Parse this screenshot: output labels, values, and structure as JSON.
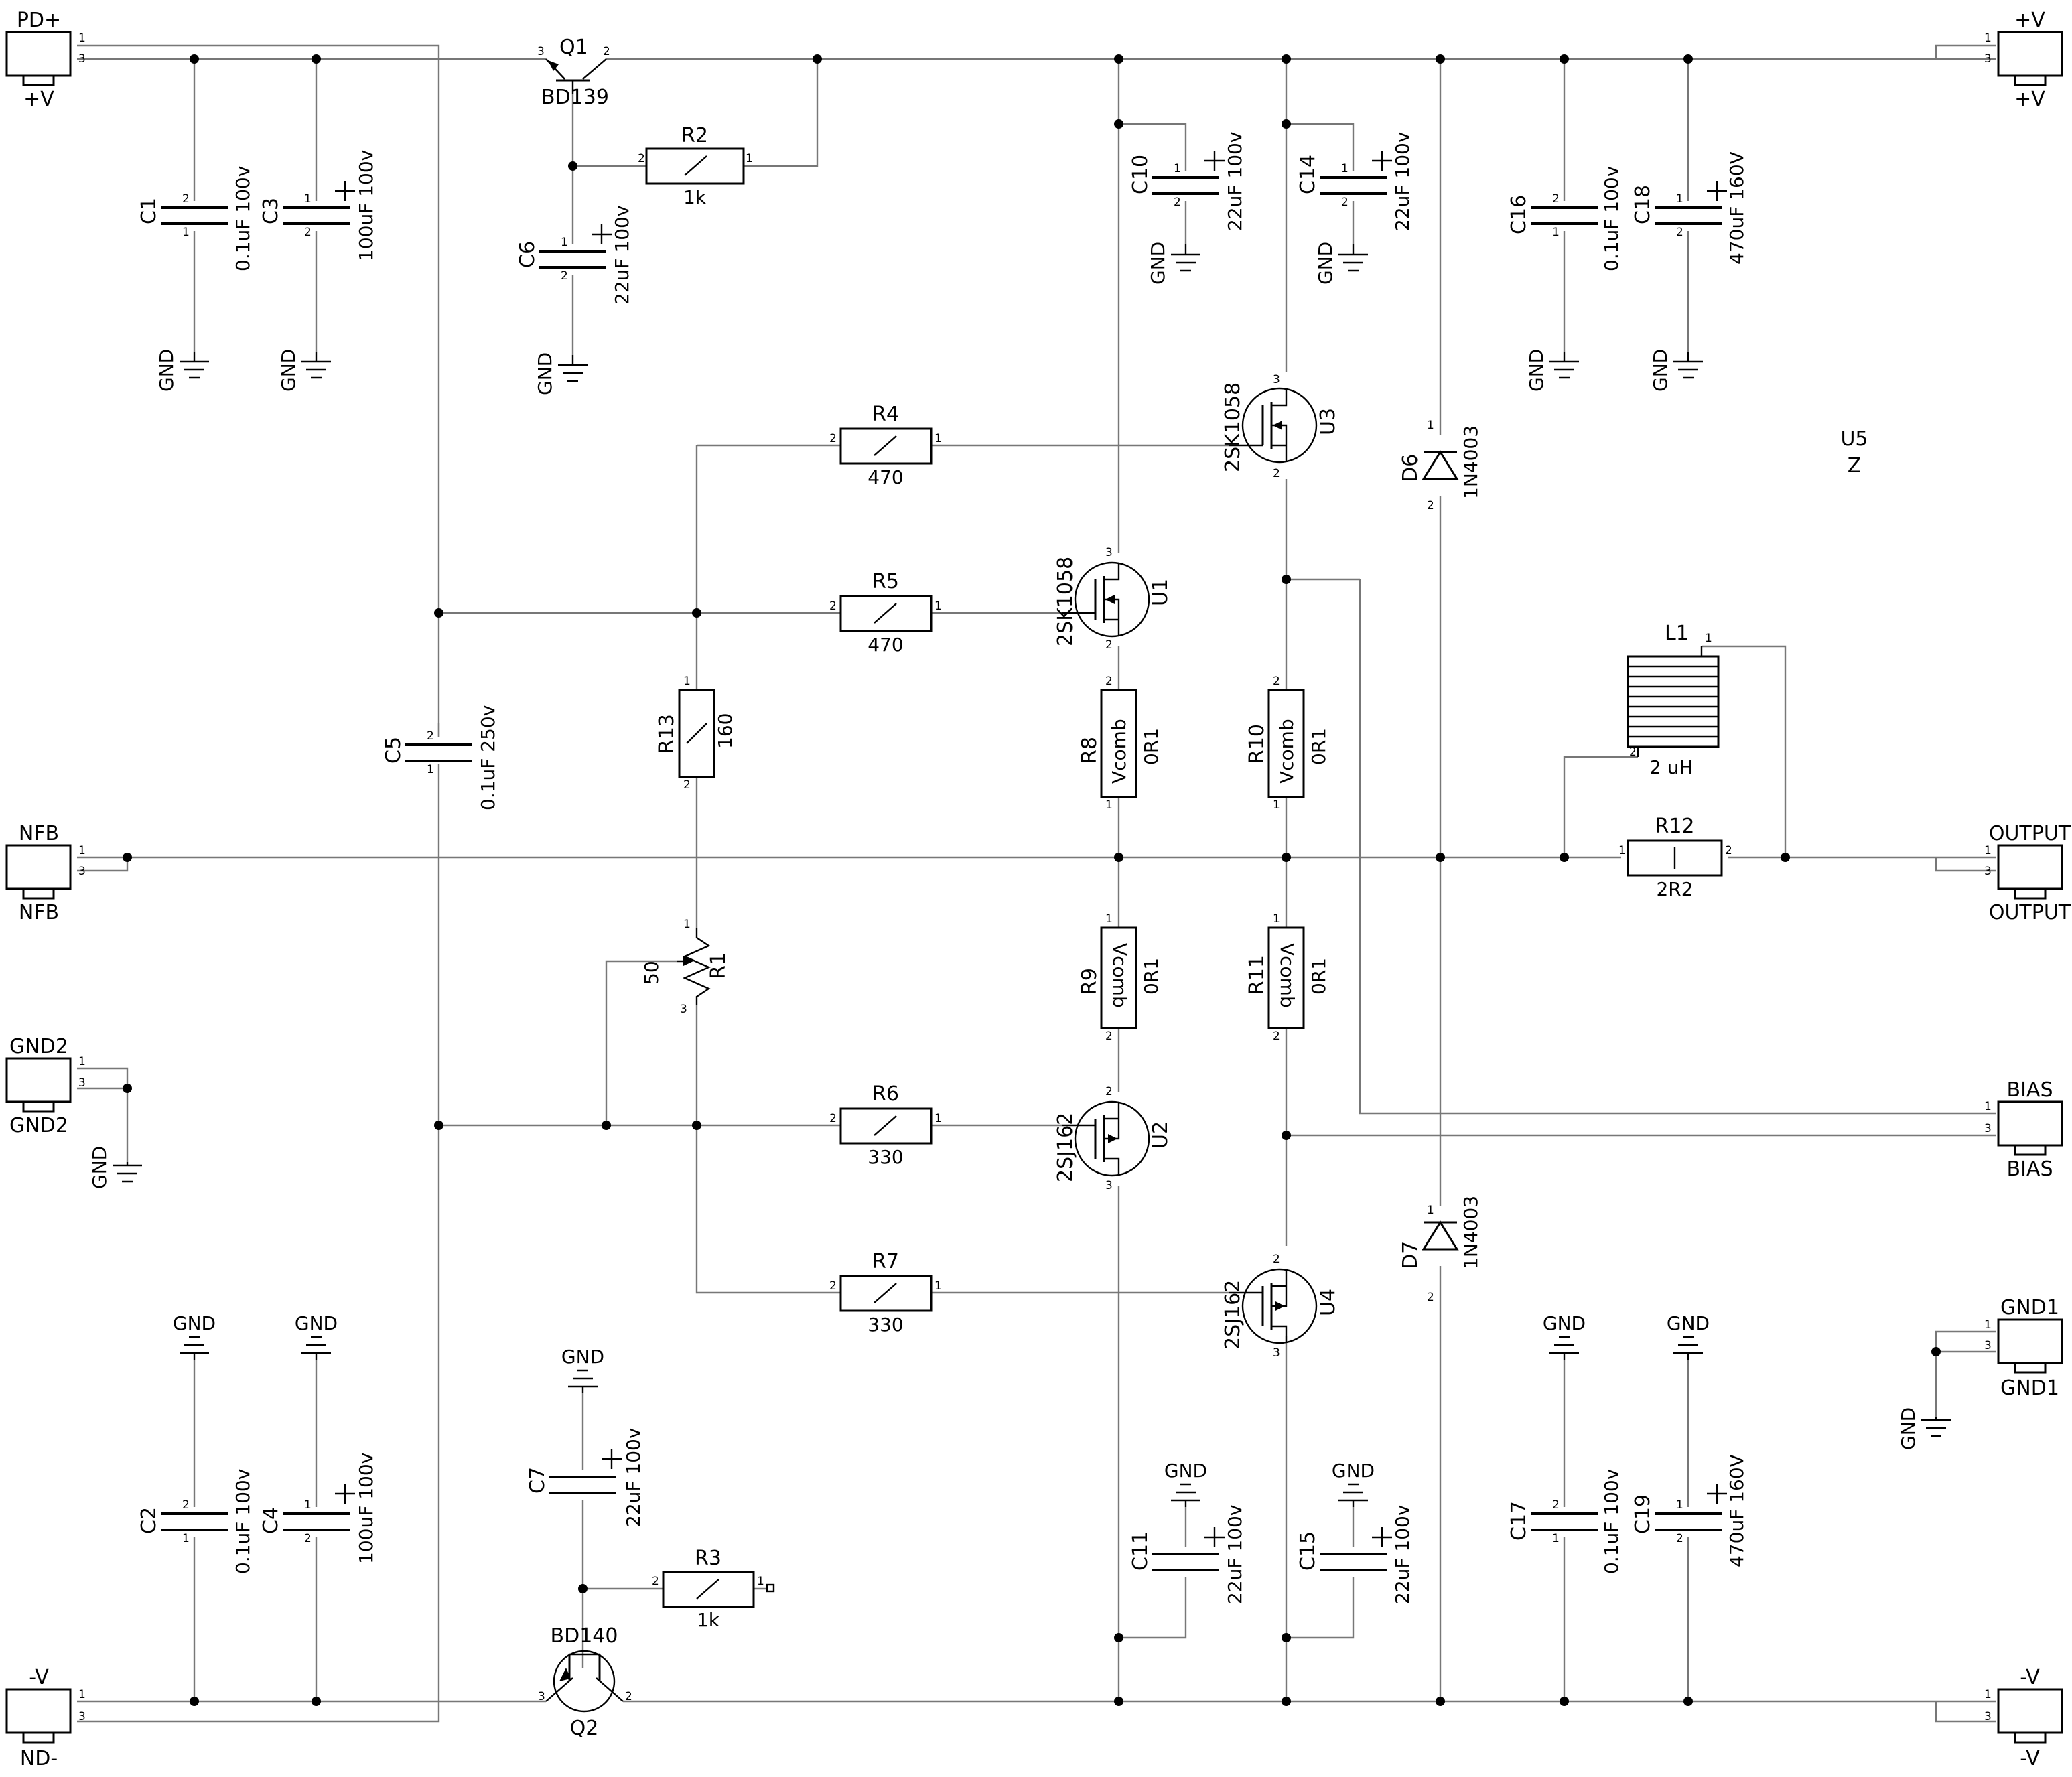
{
  "connectors": {
    "pd_plus": {
      "top": "PD+",
      "bottom": "+V",
      "pin_a": "1",
      "pin_b": "3"
    },
    "v_plus_r": {
      "top": "+V",
      "bottom": "+V",
      "pin_a": "1",
      "pin_b": "3"
    },
    "nfb": {
      "top": "NFB",
      "bottom": "NFB",
      "pin_a": "1",
      "pin_b": "3"
    },
    "output": {
      "top": "OUTPUT",
      "bottom": "OUTPUT",
      "pin_a": "1",
      "pin_b": "3"
    },
    "gnd2": {
      "top": "GND2",
      "bottom": "GND2",
      "pin_a": "1",
      "pin_b": "3"
    },
    "bias": {
      "top": "BIAS",
      "bottom": "BIAS",
      "pin_a": "1",
      "pin_b": "3"
    },
    "gnd1": {
      "top": "GND1",
      "bottom": "GND1",
      "pin_a": "1",
      "pin_b": "3"
    },
    "v_minus_l": {
      "top": "-V",
      "bottom": "ND-",
      "pin_a": "1",
      "pin_b": "3"
    },
    "v_minus_r": {
      "top": "-V",
      "bottom": "-V",
      "pin_a": "1",
      "pin_b": "3"
    }
  },
  "gnd_label": "GND",
  "pins": {
    "p1": "1",
    "p2": "2",
    "p3": "3"
  },
  "capacitors": {
    "C1": {
      "ref": "C1",
      "value": "0.1uF 100v"
    },
    "C3": {
      "ref": "C3",
      "value": "100uF 100v"
    },
    "C6": {
      "ref": "C6",
      "value": "22uF 100v"
    },
    "C10": {
      "ref": "C10",
      "value": "22uF 100v"
    },
    "C14": {
      "ref": "C14",
      "value": "22uF 100v"
    },
    "C16": {
      "ref": "C16",
      "value": "0.1uF 100v"
    },
    "C18": {
      "ref": "C18",
      "value": "470uF 160V"
    },
    "C5": {
      "ref": "C5",
      "value": "0.1uF 250v"
    },
    "C2": {
      "ref": "C2",
      "value": "0.1uF 100v"
    },
    "C4": {
      "ref": "C4",
      "value": "100uF 100v"
    },
    "C7": {
      "ref": "C7",
      "value": "22uF 100v"
    },
    "C11": {
      "ref": "C11",
      "value": "22uF 100v"
    },
    "C15": {
      "ref": "C15",
      "value": "22uF 100v"
    },
    "C17": {
      "ref": "C17",
      "value": "0.1uF 100v"
    },
    "C19": {
      "ref": "C19",
      "value": "470uF 160V"
    }
  },
  "resistors": {
    "R2": {
      "ref": "R2",
      "value": "1k"
    },
    "R3": {
      "ref": "R3",
      "value": "1k"
    },
    "R4": {
      "ref": "R4",
      "value": "470"
    },
    "R5": {
      "ref": "R5",
      "value": "470"
    },
    "R6": {
      "ref": "R6",
      "value": "330"
    },
    "R7": {
      "ref": "R7",
      "value": "330"
    },
    "R12": {
      "ref": "R12",
      "value": "2R2"
    },
    "R13": {
      "ref": "R13",
      "value": "160"
    },
    "R8": {
      "ref": "R8",
      "value": "0R1",
      "body": "Vcomb"
    },
    "R9": {
      "ref": "R9",
      "value": "0R1",
      "body": "Vcomb"
    },
    "R10": {
      "ref": "R10",
      "value": "0R1",
      "body": "Vcomb"
    },
    "R11": {
      "ref": "R11",
      "value": "0R1",
      "body": "Vcomb"
    }
  },
  "pot": {
    "ref": "R1",
    "value": "50"
  },
  "transistors": {
    "Q1": {
      "ref": "Q1",
      "part": "BD139"
    },
    "Q2": {
      "ref": "Q2",
      "part": "BD140"
    },
    "U1": {
      "ref": "U1",
      "part": "2SK1058"
    },
    "U2": {
      "ref": "U2",
      "part": "2SJ162"
    },
    "U3": {
      "ref": "U3",
      "part": "2SK1058"
    },
    "U4": {
      "ref": "U4",
      "part": "2SJ162"
    }
  },
  "diodes": {
    "D6": {
      "ref": "D6",
      "part": "1N4003"
    },
    "D7": {
      "ref": "D7",
      "part": "1N4003"
    }
  },
  "inductor": {
    "ref": "L1",
    "value": "2 uH"
  },
  "misc": {
    "ref": "U5",
    "value": "Z"
  }
}
